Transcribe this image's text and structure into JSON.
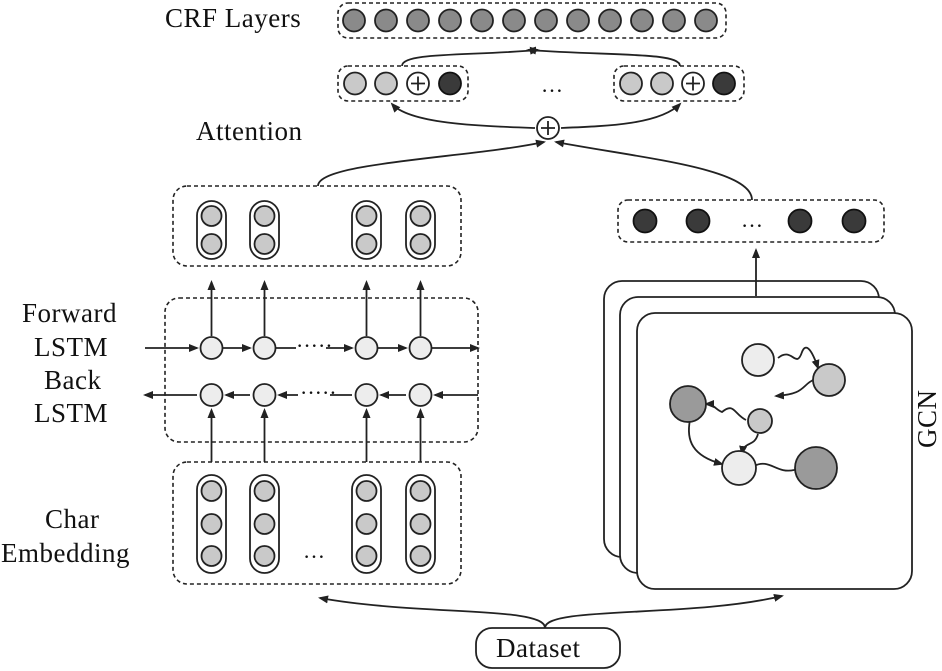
{
  "labels": {
    "crf": "CRF Layers",
    "attention": "Attention",
    "forward_1": "Forward",
    "forward_2": "LSTM",
    "back_1": "Back",
    "back_2": "LSTM",
    "char_1": "Char",
    "char_2": "Embedding",
    "gcn": "GCN",
    "dataset": "Dataset"
  },
  "ellipsis": {
    "concat": "…",
    "gcn_out": "…",
    "embed": "…",
    "lstm_fwd": "·····",
    "lstm_back": "·····"
  },
  "colors": {
    "crf_node": "#8a8a8a",
    "mid_node": "#c9c9c9",
    "light_node": "#ededed",
    "dark_node": "#3a3a3a",
    "stroke": "#222222"
  }
}
